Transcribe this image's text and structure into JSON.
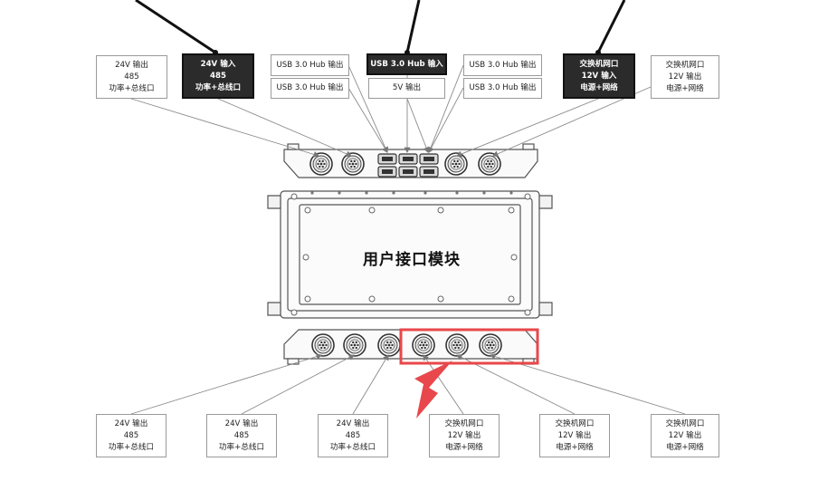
{
  "module_title": "用户接口模块",
  "top_labels": [
    {
      "lines": [
        "24V 输出",
        "485",
        "功率+总线口"
      ]
    },
    {
      "lines": [
        "24V 输入",
        "485",
        "功率+总线口"
      ]
    },
    {
      "lines": [
        "USB 3.0 Hub  输出"
      ]
    },
    {
      "lines": [
        "USB 3.0 Hub  输出"
      ]
    },
    {
      "lines": [
        "USB 3.0 Hub  输入"
      ]
    },
    {
      "lines": [
        "5V 输出"
      ]
    },
    {
      "lines": [
        "USB 3.0 Hub  输出"
      ]
    },
    {
      "lines": [
        "USB 3.0 Hub  输出"
      ]
    },
    {
      "lines": [
        "交换机网口",
        "12V 输入",
        "电源+网络"
      ]
    },
    {
      "lines": [
        "交换机网口",
        "12V 输出",
        "电源+网络"
      ]
    }
  ],
  "bottom_labels": [
    {
      "lines": [
        "24V 输出",
        "485",
        "功率+总线口"
      ]
    },
    {
      "lines": [
        "24V 输出",
        "485",
        "功率+总线口"
      ]
    },
    {
      "lines": [
        "24V 输出",
        "485",
        "功率+总线口"
      ]
    },
    {
      "lines": [
        "交换机网口",
        "12V 输出",
        "电源+网络"
      ]
    },
    {
      "lines": [
        "交换机网口",
        "12V 输出",
        "电源+网络"
      ]
    },
    {
      "lines": [
        "交换机网口",
        "12V 输出",
        "电源+网络"
      ]
    }
  ],
  "colors": {
    "highlight": "#e8474b",
    "dark_box": "#2b2b2b",
    "outline": "#555555"
  }
}
